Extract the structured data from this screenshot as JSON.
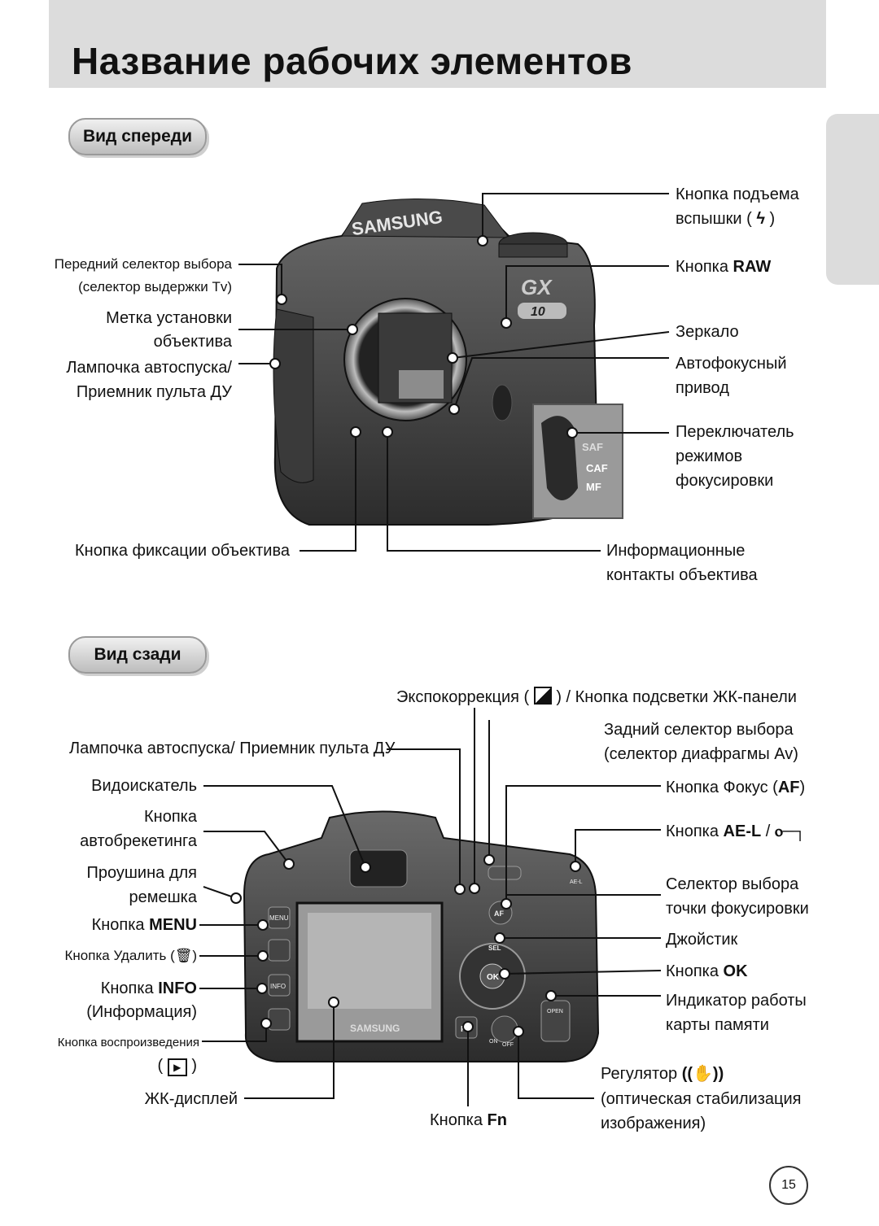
{
  "page_title": "Название рабочих элементов",
  "page_number": "15",
  "front": {
    "section_label": "Вид спереди",
    "brand": "SAMSUNG",
    "model_gx": "GX",
    "model_10": "10",
    "labels": {
      "flash_button_1": "Кнопка подъема",
      "flash_button_2": "вспышки (",
      "flash_button_3": ")",
      "raw_button": "Кнопка",
      "raw_word": "RAW",
      "mirror": "Зеркало",
      "af_drive_1": "Автофокусный",
      "af_drive_2": "привод",
      "focus_mode_1": "Переключатель",
      "focus_mode_2": "режимов",
      "focus_mode_3": "фокусировки",
      "front_dial_1": "Передний селектор выбора",
      "front_dial_2": "(селектор выдержки Tv)",
      "mount_mark_1": "Метка установки",
      "mount_mark_2": "объектива",
      "self_timer_1": "Лампочка автоспуска/",
      "self_timer_2": "Приемник пульта ДУ",
      "lens_release": "Кнопка фиксации объектива",
      "contacts_1": "Информационные",
      "contacts_2": "контакты объектива"
    },
    "switch_modes": [
      "SAF",
      "CAF",
      "MF"
    ]
  },
  "rear": {
    "section_label": "Вид сзади",
    "brand": "SAMSUNG",
    "labels": {
      "exposure_comp_1": "Экспокоррекция (",
      "exposure_comp_2": ") / Кнопка подсветки ЖК-панели",
      "rear_dial_1": "Задний селектор выбора",
      "rear_dial_2": "(селектор диафрагмы Av)",
      "af_button": "Кнопка Фокус (",
      "af_word": "AF",
      "af_close": ")",
      "ael_button": "Кнопка",
      "ael_word": "AE-L",
      "ael_sep": "/",
      "focus_point_1": "Селектор выбора",
      "focus_point_2": "точки фокусировки",
      "joystick": "Джойстик",
      "ok_button": "Кнопка",
      "ok_word": "OK",
      "card_lamp_1": "Индикатор работы",
      "card_lamp_2": "карты памяти",
      "stabilizer_1": "Регулятор",
      "stabilizer_2": "(оптическая стабилизация",
      "stabilizer_3": "изображения)",
      "fn_button": "Кнопка",
      "fn_word": "Fn",
      "self_timer": "Лампочка автоспуска/ Приемник пульта ДУ",
      "viewfinder": "Видоискатель",
      "bracket_1": "Кнопка",
      "bracket_2": "автобрекетинга",
      "strap_1": "Проушина для",
      "strap_2": "ремешка",
      "menu_button": "Кнопка",
      "menu_word": "MENU",
      "delete_button_1": "Кнопка Удалить (",
      "delete_button_2": ")",
      "info_button": "Кнопка",
      "info_word": "INFO",
      "info_sub": "(Информация)",
      "play_button": "Кнопка воспроизведения",
      "play_open": "(",
      "play_close": ")",
      "lcd": "ЖК-дисплей"
    },
    "body_marks": {
      "menu": "MENU",
      "info": "INFO",
      "fn": "Fn",
      "ok": "OK",
      "af": "AF",
      "ael": "AE-L",
      "sel": "SEL",
      "on": "ON",
      "off": "OFF",
      "open": "OPEN"
    }
  }
}
